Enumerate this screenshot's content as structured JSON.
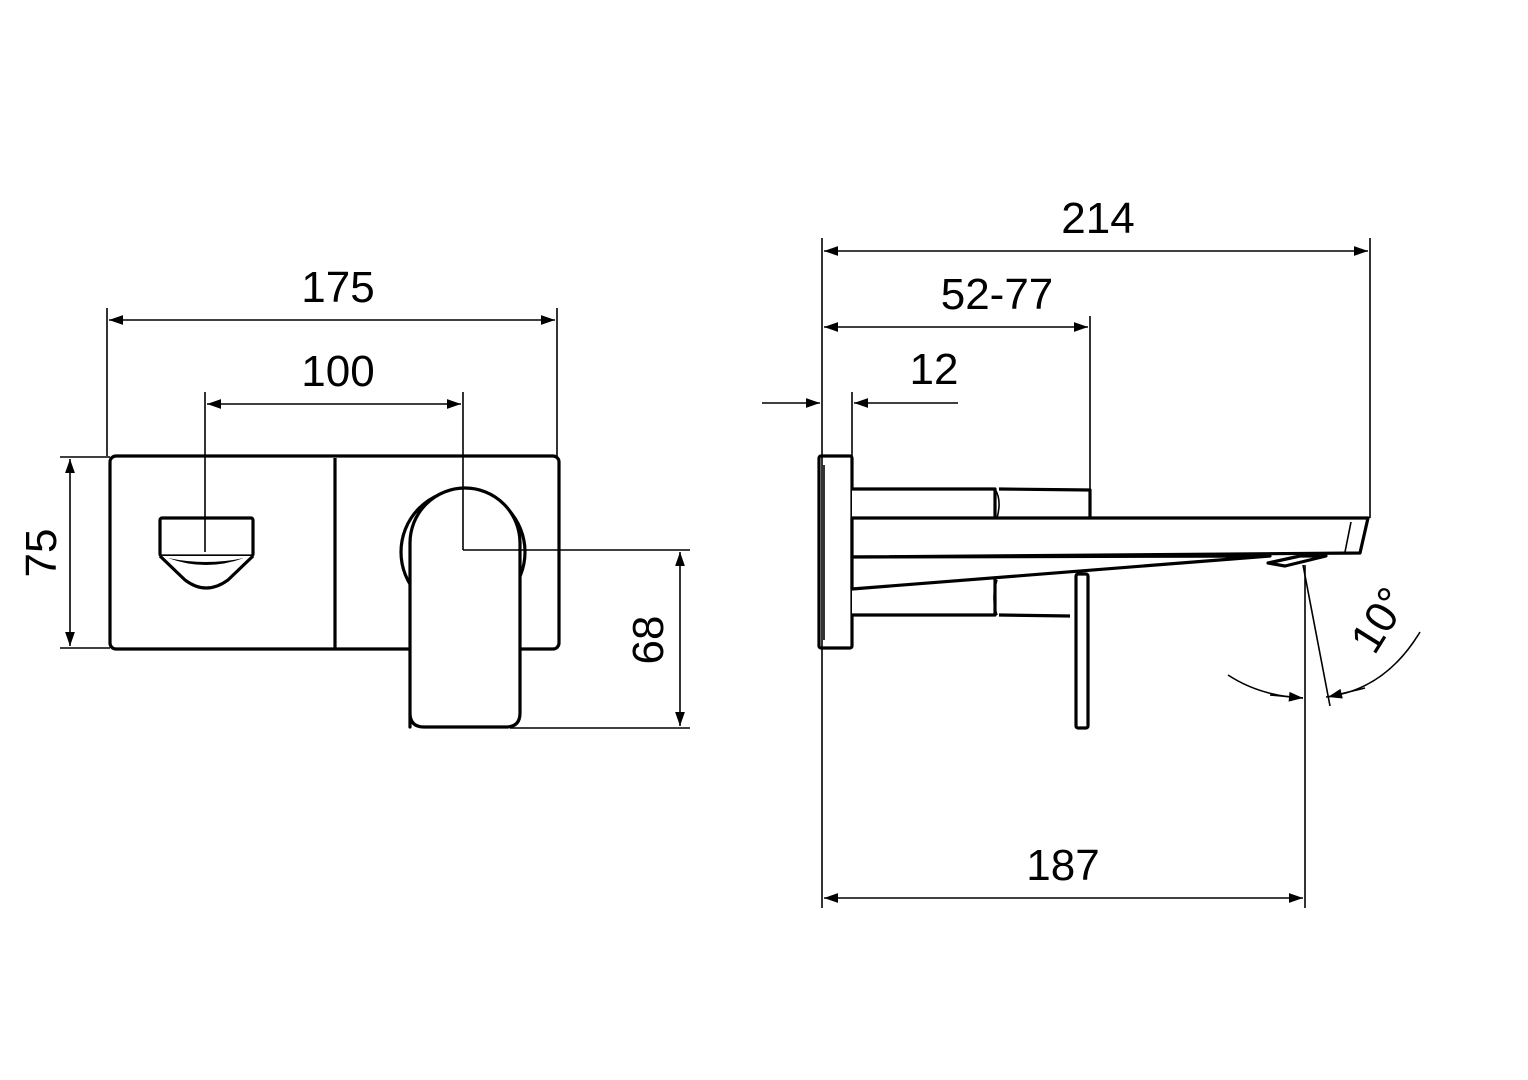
{
  "front_view": {
    "dimensions": {
      "width_total": "175",
      "spout_to_lever": "100",
      "height_plate": "75",
      "lever_drop": "68"
    }
  },
  "side_view": {
    "dimensions": {
      "projection_total": "214",
      "wall_depth_range": "52-77",
      "flange_depth": "12",
      "spout_reach": "187",
      "angle": "10°"
    }
  },
  "colors": {
    "line": "#000000",
    "background": "#ffffff"
  }
}
